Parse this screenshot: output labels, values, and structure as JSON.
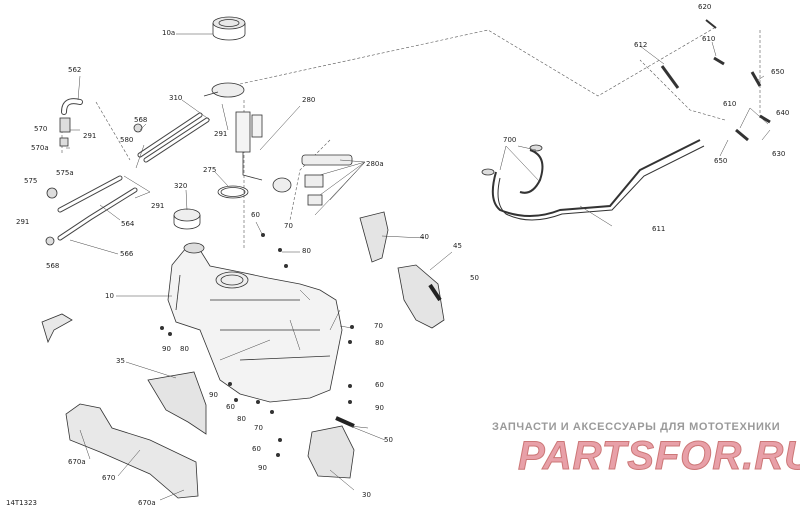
{
  "drawing_code": "14T1323",
  "watermark": {
    "line1": "ЗАПЧАСТИ И АКСЕССУАРЫ ДЛЯ МОТОТЕХНИКИ",
    "line2": "PARTSFOR.RU"
  },
  "labels": [
    {
      "id": "l10a",
      "text": "10a"
    },
    {
      "id": "l620",
      "text": "620"
    },
    {
      "id": "l612",
      "text": "612"
    },
    {
      "id": "l610a",
      "text": "610"
    },
    {
      "id": "l650a",
      "text": "650"
    },
    {
      "id": "l562",
      "text": "562"
    },
    {
      "id": "l310",
      "text": "310"
    },
    {
      "id": "l280",
      "text": "280"
    },
    {
      "id": "l610b",
      "text": "610"
    },
    {
      "id": "l640",
      "text": "640"
    },
    {
      "id": "l570",
      "text": "570"
    },
    {
      "id": "l291a",
      "text": "291"
    },
    {
      "id": "l568a",
      "text": "568"
    },
    {
      "id": "l291b",
      "text": "291"
    },
    {
      "id": "l570a",
      "text": "570a"
    },
    {
      "id": "l580",
      "text": "580"
    },
    {
      "id": "l700",
      "text": "700"
    },
    {
      "id": "l630",
      "text": "630"
    },
    {
      "id": "l650b",
      "text": "650"
    },
    {
      "id": "l280a",
      "text": "280a"
    },
    {
      "id": "l575",
      "text": "575"
    },
    {
      "id": "l575a",
      "text": "575a"
    },
    {
      "id": "l275",
      "text": "275"
    },
    {
      "id": "l320",
      "text": "320"
    },
    {
      "id": "l291c",
      "text": "291"
    },
    {
      "id": "l291d",
      "text": "291"
    },
    {
      "id": "l564",
      "text": "564"
    },
    {
      "id": "l60a",
      "text": "60"
    },
    {
      "id": "l70a",
      "text": "70"
    },
    {
      "id": "l611",
      "text": "611"
    },
    {
      "id": "l40",
      "text": "40"
    },
    {
      "id": "l80a",
      "text": "80"
    },
    {
      "id": "l566",
      "text": "566"
    },
    {
      "id": "l568b",
      "text": "568"
    },
    {
      "id": "l45",
      "text": "45"
    },
    {
      "id": "l50a",
      "text": "50"
    },
    {
      "id": "l10",
      "text": "10"
    },
    {
      "id": "l70b",
      "text": "70"
    },
    {
      "id": "l80b",
      "text": "80"
    },
    {
      "id": "l90a",
      "text": "90"
    },
    {
      "id": "l80c",
      "text": "80"
    },
    {
      "id": "l35",
      "text": "35"
    },
    {
      "id": "l60b",
      "text": "60"
    },
    {
      "id": "l90b",
      "text": "90"
    },
    {
      "id": "l60c",
      "text": "60"
    },
    {
      "id": "l90c",
      "text": "90"
    },
    {
      "id": "l80d",
      "text": "80"
    },
    {
      "id": "l70c",
      "text": "70"
    },
    {
      "id": "l50b",
      "text": "50"
    },
    {
      "id": "l60d",
      "text": "60"
    },
    {
      "id": "l670a1",
      "text": "670a"
    },
    {
      "id": "l90d",
      "text": "90"
    },
    {
      "id": "l670",
      "text": "670"
    },
    {
      "id": "l30",
      "text": "30"
    },
    {
      "id": "l670a2",
      "text": "670a"
    }
  ]
}
